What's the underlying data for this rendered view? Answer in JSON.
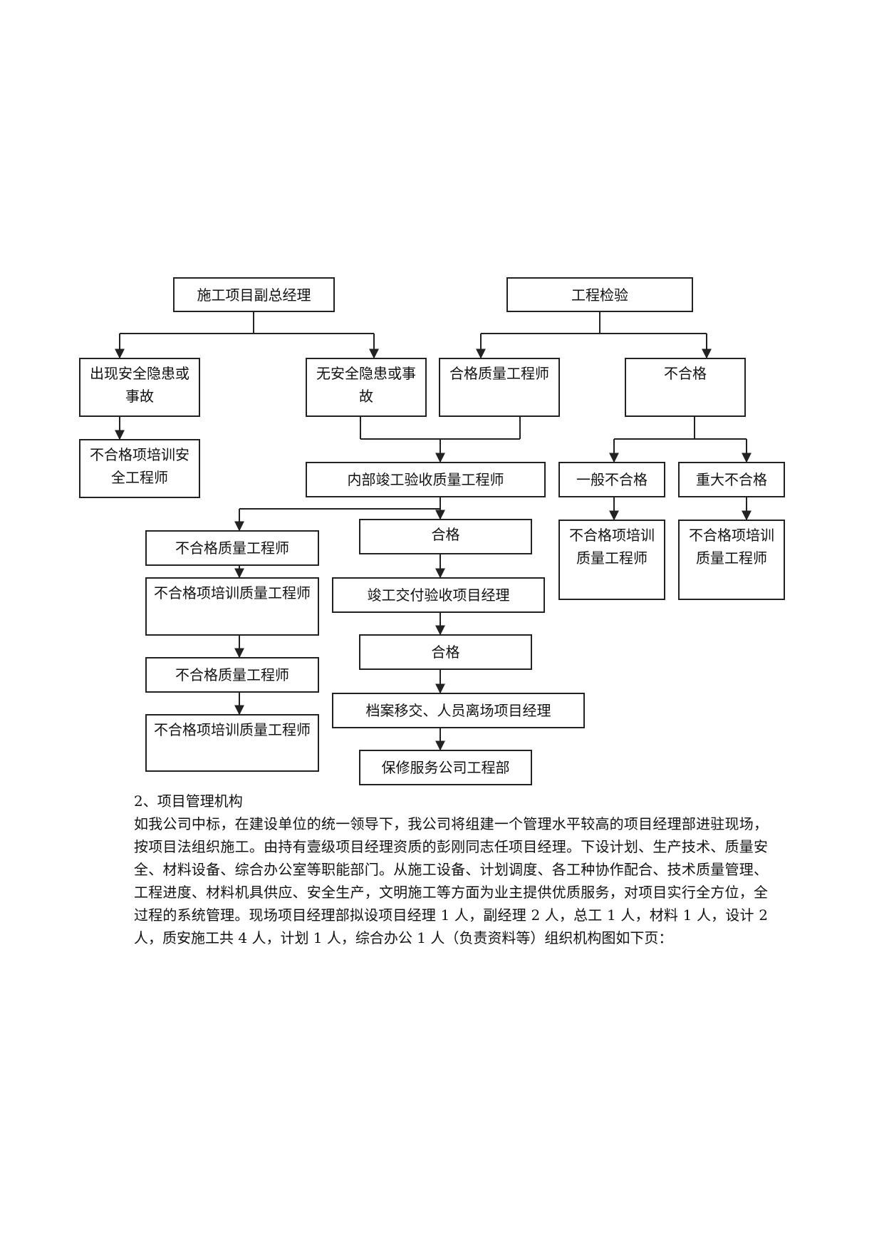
{
  "flowchart": {
    "nodes": {
      "deputy_gm": "施工项目副总经理",
      "inspection": "工程检验",
      "hazard": "出现安全隐患或事故",
      "no_hazard": "无安全隐患或事故",
      "qualified_qe": "合格质量工程师",
      "unqualified": "不合格",
      "training_safety": "不合格项培训安全工程师",
      "internal_acceptance": "内部竣工验收质量工程师",
      "general_unqualified": "一般不合格",
      "major_unqualified": "重大不合格",
      "training_qe_1": "不合格项培训质量工程师",
      "training_qe_2": "不合格项培训质量工程师",
      "unqualified_qe_1": "不合格质量工程师",
      "pass_1": "合格",
      "training_qe_3": "不合格项培训质量工程师",
      "handover_acceptance": "竣工交付验收项目经理",
      "unqualified_qe_2": "不合格质量工程师",
      "pass_2": "合格",
      "training_qe_4": "不合格项培训质量工程师",
      "archive_transfer": "档案移交、人员离场项目经理",
      "warranty": "保修服务公司工程部"
    }
  },
  "section": {
    "title": "2、项目管理机构",
    "body": "如我公司中标，在建设单位的统一领导下，我公司将组建一个管理水平较高的项目经理部进驻现场，按项目法组织施工。由持有壹级项目经理资质的彭刚同志任项目经理。下设计划、生产技术、质量安全、材料设备、综合办公室等职能部门。从施工设备、计划调度、各工种协作配合、技术质量管理、工程进度、材料机具供应、安全生产，文明施工等方面为业主提供优质服务，对项目实行全方位，全过程的系统管理。现场项目经理部拟设项目经理 1  人，副经理 2  人，总工 1  人，材料 1  人，设计 2  人，质安施工共 4  人，计划 1  人，综合办公 1  人（负责资料等）组织机构图如下页："
  }
}
